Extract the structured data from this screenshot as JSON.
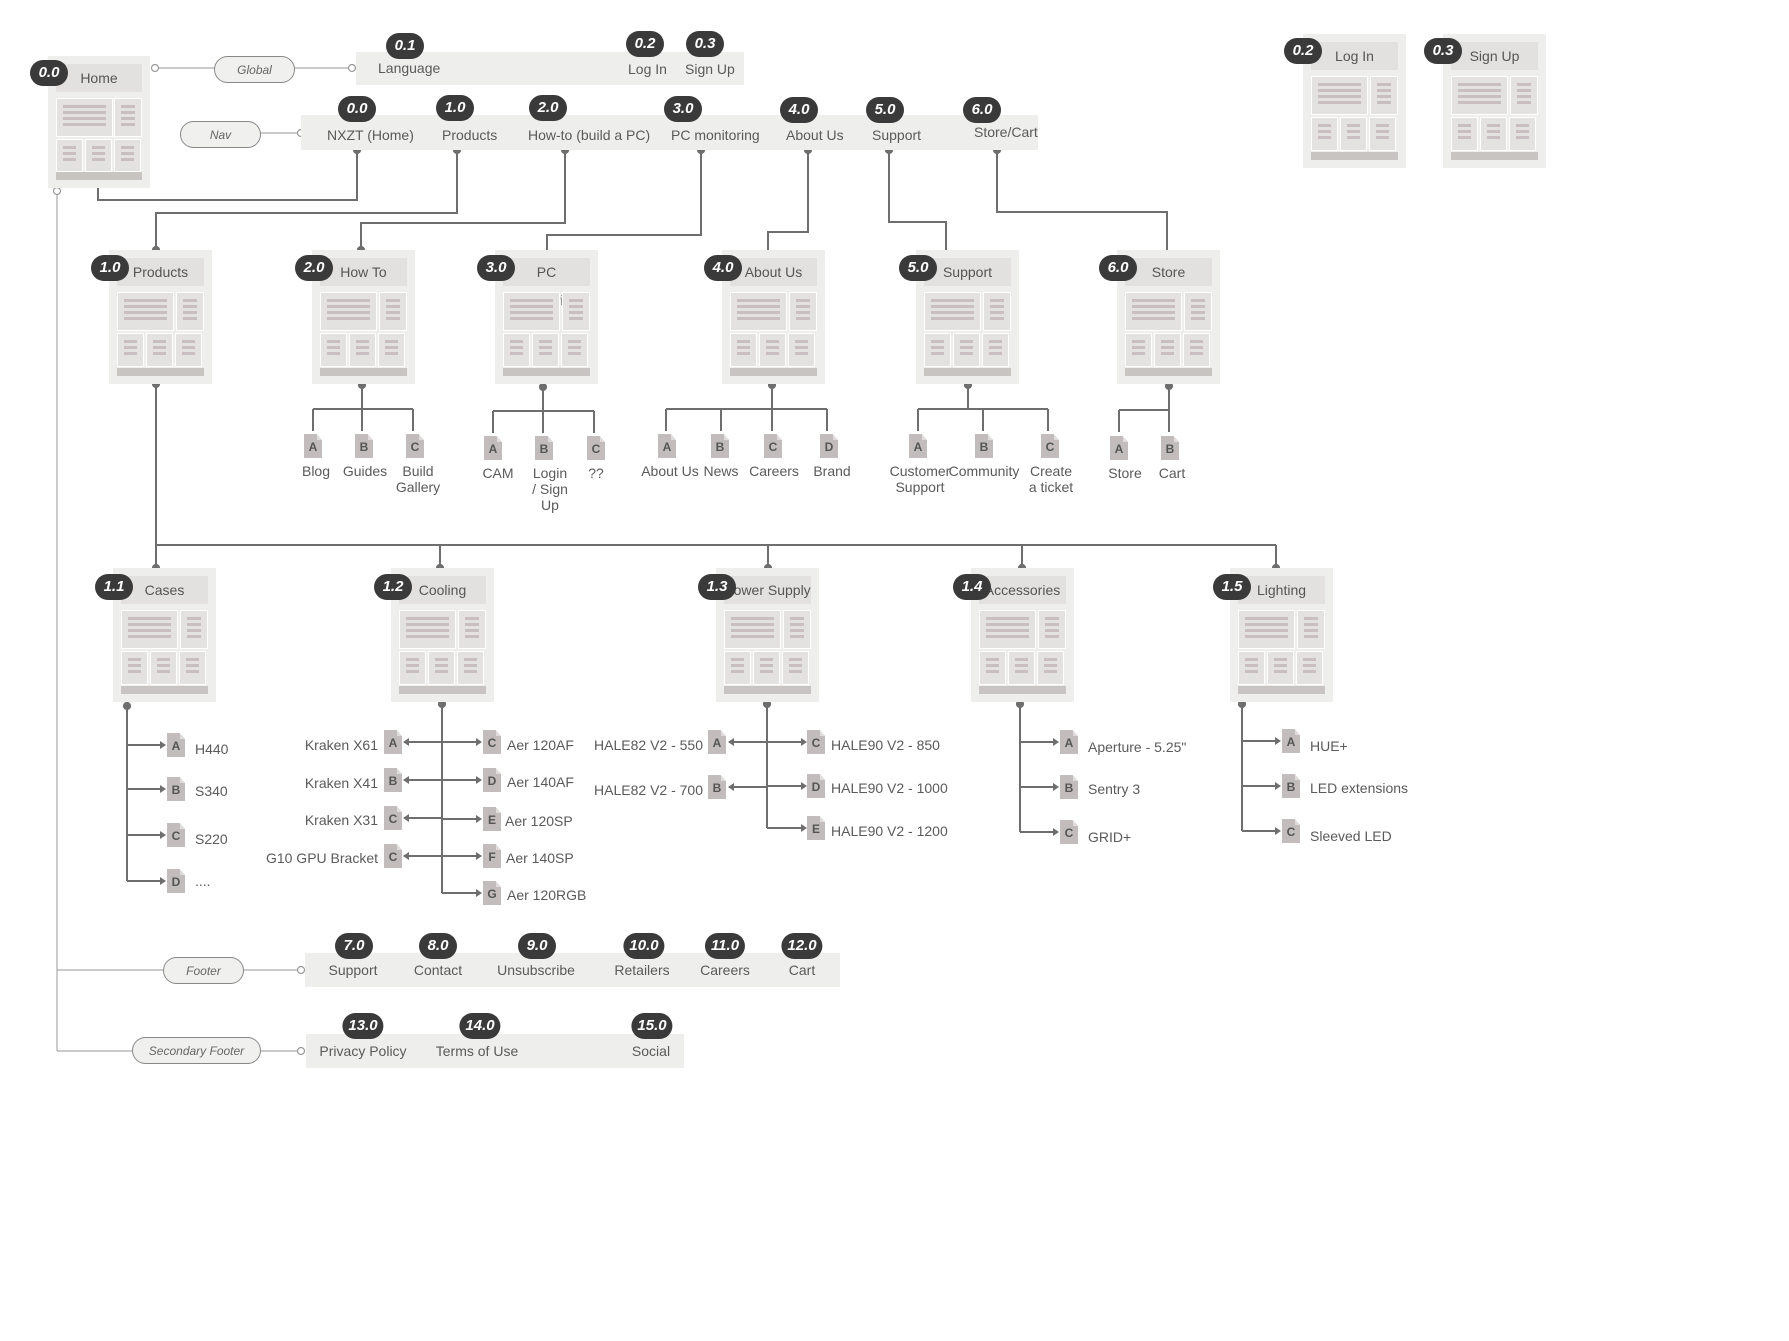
{
  "colors": {
    "badge": "#3a3a3a",
    "panel": "#eeeeec",
    "line": "#6e6e6e",
    "doc": "#c2bcbc"
  },
  "home": {
    "badge": "0.0",
    "title": "Home"
  },
  "pills": {
    "global": "Global",
    "nav": "Nav",
    "footer": "Footer",
    "secondary_footer": "Secondary Footer"
  },
  "global_bar": [
    {
      "badge": "0.1",
      "label": "Language"
    },
    {
      "badge": "0.2",
      "label": "Log In"
    },
    {
      "badge": "0.3",
      "label": "Sign Up"
    }
  ],
  "nav_bar": [
    {
      "badge": "0.0",
      "label": "NXZT (Home)"
    },
    {
      "badge": "1.0",
      "label": "Products"
    },
    {
      "badge": "2.0",
      "label": "How-to (build a PC)"
    },
    {
      "badge": "3.0",
      "label": "PC monitoring"
    },
    {
      "badge": "4.0",
      "label": "About Us"
    },
    {
      "badge": "5.0",
      "label": "Support"
    },
    {
      "badge": "6.0",
      "label": "Store/Cart"
    }
  ],
  "auth_pages": [
    {
      "badge": "0.2",
      "title": "Log In"
    },
    {
      "badge": "0.3",
      "title": "Sign Up"
    }
  ],
  "sections": [
    {
      "badge": "1.0",
      "title": "Products",
      "children": []
    },
    {
      "badge": "2.0",
      "title": "How To",
      "children": [
        {
          "letter": "A",
          "label": "Blog"
        },
        {
          "letter": "B",
          "label": "Guides"
        },
        {
          "letter": "C",
          "label": "Build\nGallery"
        }
      ]
    },
    {
      "badge": "3.0",
      "title": "PC monitoring",
      "children": [
        {
          "letter": "A",
          "label": "CAM"
        },
        {
          "letter": "B",
          "label": "Login\n/ Sign\nUp"
        },
        {
          "letter": "C",
          "label": "??"
        }
      ]
    },
    {
      "badge": "4.0",
      "title": "About Us",
      "children": [
        {
          "letter": "A",
          "label": "About Us"
        },
        {
          "letter": "B",
          "label": "News"
        },
        {
          "letter": "C",
          "label": "Careers"
        },
        {
          "letter": "D",
          "label": "Brand"
        }
      ]
    },
    {
      "badge": "5.0",
      "title": "Support",
      "children": [
        {
          "letter": "A",
          "label": "Customer\nSupport"
        },
        {
          "letter": "B",
          "label": "Community"
        },
        {
          "letter": "C",
          "label": "Create\na ticket"
        }
      ]
    },
    {
      "badge": "6.0",
      "title": "Store",
      "children": [
        {
          "letter": "A",
          "label": "Store"
        },
        {
          "letter": "B",
          "label": "Cart"
        }
      ]
    }
  ],
  "products": [
    {
      "badge": "1.1",
      "title": "Cases",
      "items": [
        {
          "letter": "A",
          "label": "H440"
        },
        {
          "letter": "B",
          "label": "S340"
        },
        {
          "letter": "C",
          "label": "S220"
        },
        {
          "letter": "D",
          "label": "...."
        }
      ]
    },
    {
      "badge": "1.2",
      "title": "Cooling",
      "left": [
        {
          "letter": "A",
          "label": "Kraken X61"
        },
        {
          "letter": "B",
          "label": "Kraken X41"
        },
        {
          "letter": "C",
          "label": "Kraken X31"
        },
        {
          "letter": "C",
          "label": "G10 GPU Bracket"
        }
      ],
      "right": [
        {
          "letter": "C",
          "label": "Aer 120AF"
        },
        {
          "letter": "D",
          "label": "Aer 140AF"
        },
        {
          "letter": "E",
          "label": "Aer 120SP"
        },
        {
          "letter": "F",
          "label": "Aer 140SP"
        },
        {
          "letter": "G",
          "label": "Aer 120RGB"
        }
      ]
    },
    {
      "badge": "1.3",
      "title": "Power Supply",
      "left": [
        {
          "letter": "A",
          "label": "HALE82 V2 - 550"
        },
        {
          "letter": "B",
          "label": "HALE82 V2 - 700"
        }
      ],
      "right": [
        {
          "letter": "C",
          "label": "HALE90 V2 - 850"
        },
        {
          "letter": "D",
          "label": "HALE90 V2 - 1000"
        },
        {
          "letter": "E",
          "label": "HALE90 V2 - 1200"
        }
      ]
    },
    {
      "badge": "1.4",
      "title": "Accessories",
      "items": [
        {
          "letter": "A",
          "label": "Aperture - 5.25\""
        },
        {
          "letter": "B",
          "label": "Sentry 3"
        },
        {
          "letter": "C",
          "label": "GRID+"
        }
      ]
    },
    {
      "badge": "1.5",
      "title": "Lighting",
      "items": [
        {
          "letter": "A",
          "label": "HUE+"
        },
        {
          "letter": "B",
          "label": "LED extensions"
        },
        {
          "letter": "C",
          "label": "Sleeved  LED"
        }
      ]
    }
  ],
  "footer": [
    {
      "badge": "7.0",
      "label": "Support"
    },
    {
      "badge": "8.0",
      "label": "Contact"
    },
    {
      "badge": "9.0",
      "label": "Unsubscribe"
    },
    {
      "badge": "10.0",
      "label": "Retailers"
    },
    {
      "badge": "11.0",
      "label": "Careers"
    },
    {
      "badge": "12.0",
      "label": "Cart"
    }
  ],
  "secondary_footer": [
    {
      "badge": "13.0",
      "label": "Privacy Policy"
    },
    {
      "badge": "14.0",
      "label": "Terms of Use"
    },
    {
      "badge": "15.0",
      "label": "Social"
    }
  ]
}
